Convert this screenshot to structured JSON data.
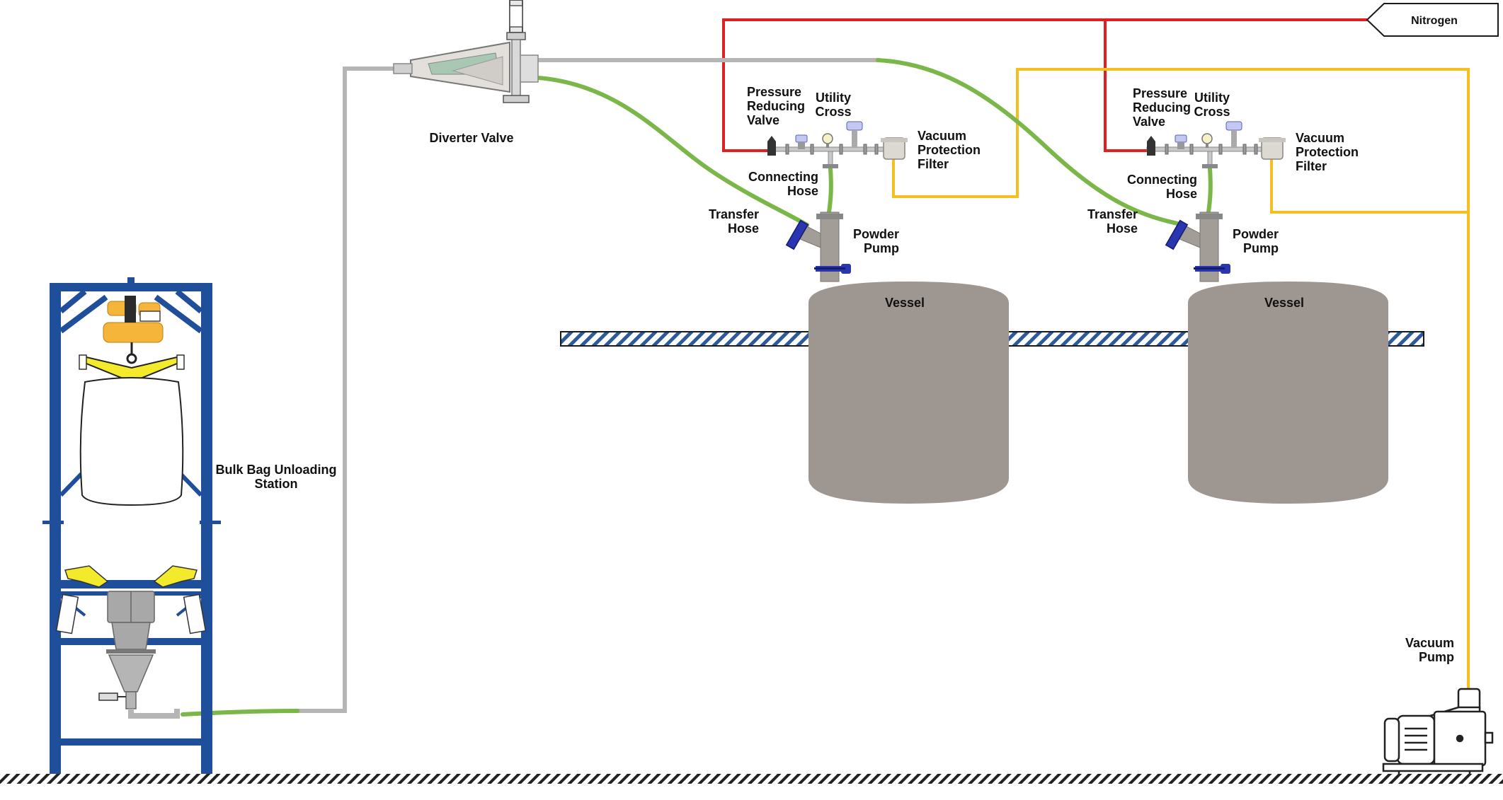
{
  "colors": {
    "nitrogen_line": "#e02020",
    "vacuum_line": "#f4c020",
    "transfer_hose": "#7ab648",
    "rigid_pipe": "#b5b5b5",
    "vessel": "#9e9690",
    "frame": "#1f4e9a",
    "valve_handle": "#2a35b0",
    "hopper_accent": "#f5b53a"
  },
  "labels": {
    "nitrogen": "Nitrogen",
    "diverter_valve": "Diverter Valve",
    "bulk_bag_station": [
      "Bulk Bag Unloading",
      "Station"
    ],
    "vacuum_pump": [
      "Vacuum",
      "Pump"
    ],
    "station_1": {
      "pressure_reducing_valve": [
        "Pressure",
        "Reducing",
        "Valve"
      ],
      "utility_cross": [
        "Utility",
        "Cross"
      ],
      "vacuum_protection_filter": [
        "Vacuum",
        "Protection",
        "Filter"
      ],
      "connecting_hose": [
        "Connecting",
        "Hose"
      ],
      "transfer_hose": [
        "Transfer",
        "Hose"
      ],
      "powder_pump": [
        "Powder",
        "Pump"
      ],
      "vessel": "Vessel"
    },
    "station_2": {
      "pressure_reducing_valve": [
        "Pressure",
        "Reducing",
        "Valve"
      ],
      "utility_cross": [
        "Utility",
        "Cross"
      ],
      "vacuum_protection_filter": [
        "Vacuum",
        "Protection",
        "Filter"
      ],
      "connecting_hose": [
        "Connecting",
        "Hose"
      ],
      "transfer_hose": [
        "Transfer",
        "Hose"
      ],
      "powder_pump": [
        "Powder",
        "Pump"
      ],
      "vessel": "Vessel"
    }
  }
}
